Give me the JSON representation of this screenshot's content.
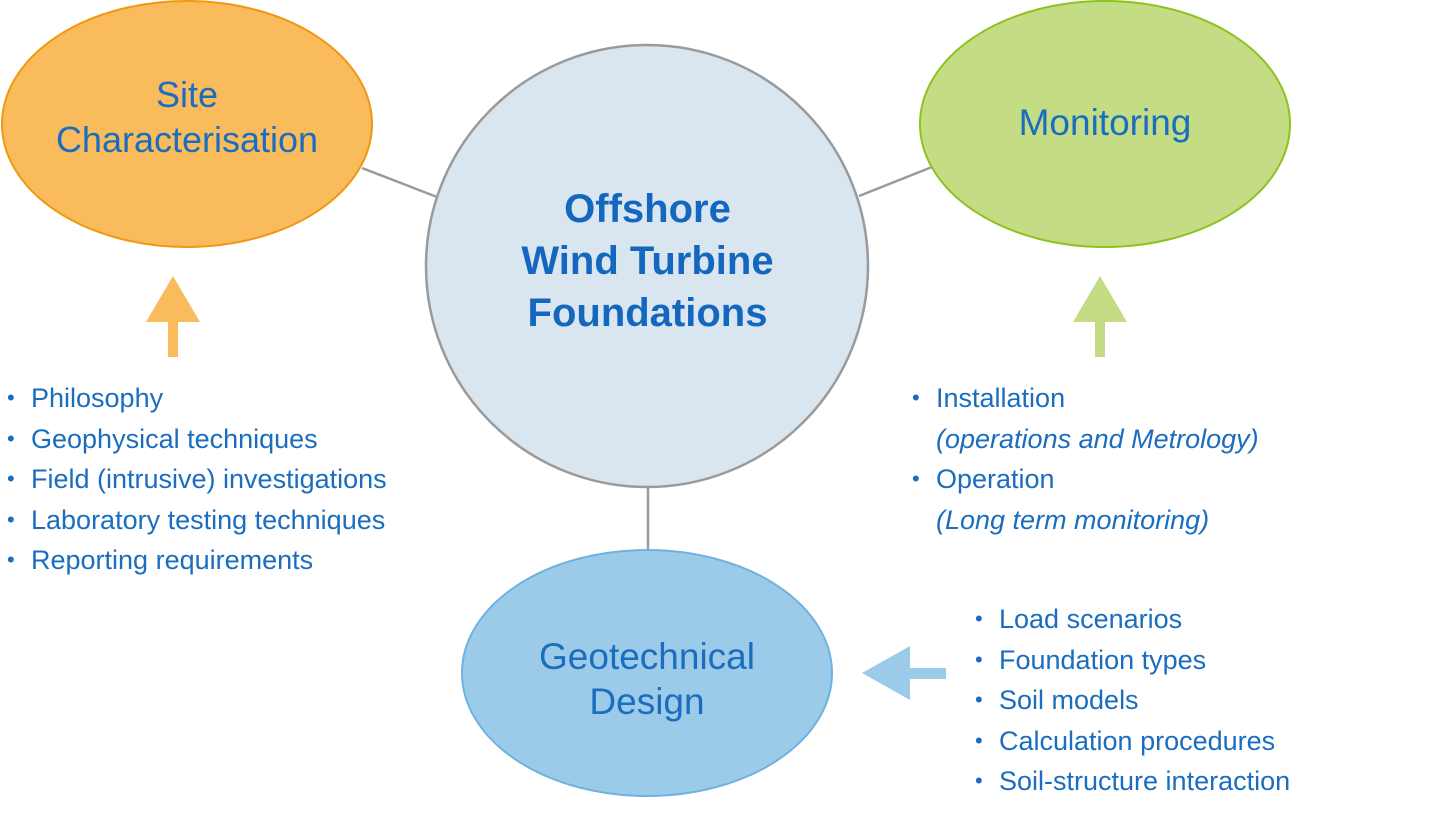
{
  "diagram": {
    "title": "Offshore Wind Turbine Foundations",
    "center": {
      "lines": [
        "Offshore",
        "Wind Turbine",
        "Foundations"
      ],
      "fill": "#d9e6ef",
      "stroke": "#9a9a9a"
    },
    "nodes": {
      "site": {
        "lines": [
          "Site",
          "Characterisation"
        ],
        "fill": "#f9bb5c",
        "stroke": "#f0980f",
        "arrow_color": "#f9bb5c",
        "arrow_direction": "up",
        "items": [
          {
            "text": "Philosophy"
          },
          {
            "text": "Geophysical techniques"
          },
          {
            "text": "Field (intrusive) investigations"
          },
          {
            "text": "Laboratory testing techniques"
          },
          {
            "text": "Reporting requirements"
          }
        ]
      },
      "monitoring": {
        "lines": [
          "Monitoring"
        ],
        "fill": "#c4dc84",
        "stroke": "#8dc21f",
        "arrow_color": "#c4dc84",
        "arrow_direction": "up",
        "items": [
          {
            "text": "Installation",
            "sub": "(operations and Metrology)"
          },
          {
            "text": "Operation",
            "sub": "(Long term monitoring)"
          }
        ]
      },
      "geotechnical": {
        "lines": [
          "Geotechnical",
          "Design"
        ],
        "fill": "#9ccbe9",
        "stroke": "#6fb2e0",
        "arrow_color": "#9ccbe9",
        "arrow_direction": "left",
        "items": [
          {
            "text": "Load scenarios"
          },
          {
            "text": "Foundation types"
          },
          {
            "text": "Soil models"
          },
          {
            "text": "Calculation procedures"
          },
          {
            "text": "Soil-structure interaction"
          }
        ]
      }
    },
    "bullet_char": "•",
    "text_color": "#1a6dbf",
    "connector_color": "#9a9a9a"
  }
}
